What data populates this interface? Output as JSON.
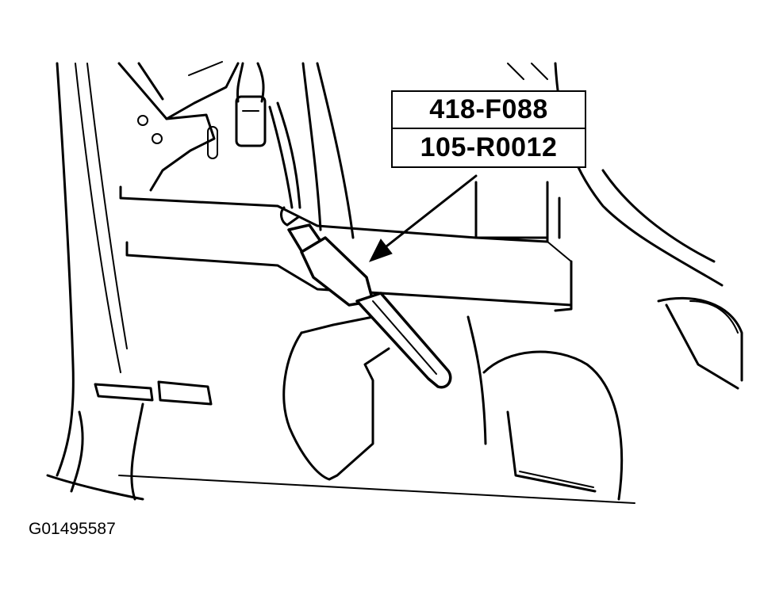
{
  "callout": {
    "tool_number_1": "418-F088",
    "tool_number_2": "105-R0012"
  },
  "figure_id": "G01495587"
}
